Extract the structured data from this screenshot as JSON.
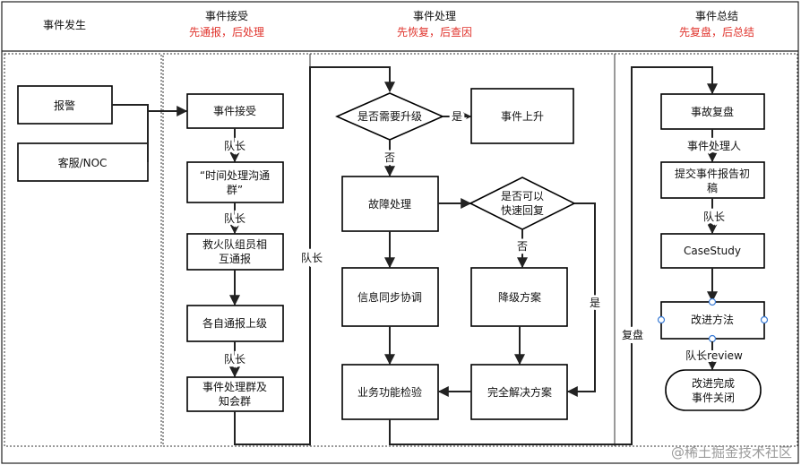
{
  "columns": [
    {
      "title": "事件发生",
      "subtitle": ""
    },
    {
      "title": "事件接受",
      "subtitle": "先通报，后处理"
    },
    {
      "title": "事件处理",
      "subtitle": "先恢复，后查因"
    },
    {
      "title": "事件总结",
      "subtitle": "先复盘，后总结"
    }
  ],
  "col1": {
    "alarm": "报警",
    "service": "客服/NOC"
  },
  "col2": {
    "accept": "事件接受",
    "group_line1": "“时间处理沟通",
    "group_line2": "群”",
    "rescue_line1": "救火队组员相",
    "rescue_line2": "互通报",
    "report": "各自通报上级",
    "know_line1": "事件处理群及",
    "know_line2": "知会群",
    "label_lead1": "队长",
    "label_lead2": "队长",
    "label_lead3": "队长",
    "label_lead_side": "队长"
  },
  "col3": {
    "upgrade_q": "是否需要升级",
    "upgrade": "事件上升",
    "fault": "故障处理",
    "quick_q1": "是否可以",
    "quick_q2": "快速回复",
    "sync": "信息同步协调",
    "degrade": "降级方案",
    "check": "业务功能检验",
    "solve": "完全解决方案",
    "yes1": "是",
    "no1": "否",
    "no2": "否",
    "yes2": "是",
    "review_side": "复盘"
  },
  "col4": {
    "review": "事故复盘",
    "handler": "事件处理人",
    "submit_line1": "提交事件报告初",
    "submit_line2": "稿",
    "lead": "队长",
    "case": "CaseStudy",
    "improve": "改进方法",
    "lead_review": "队长review",
    "done_line1": "改进完成",
    "done_line2": "事件关闭"
  },
  "watermark": "@稀土掘金技术社区"
}
